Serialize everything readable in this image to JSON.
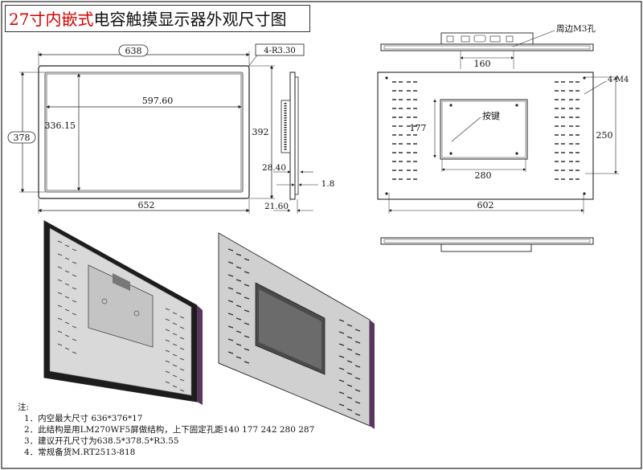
{
  "title": {
    "part_red": "27寸内嵌式",
    "part_black": "电容触摸显示器外观尺寸图"
  },
  "dimensions": {
    "width_inner": "638",
    "corner_radius": "4-R3.30",
    "active_width": "597.60",
    "active_height": "336.15",
    "height_inner": "378",
    "height_outer": "392",
    "width_outer": "652",
    "depth_total": "28.40",
    "bezel_thickness": "1.8",
    "depth_front": "21.60",
    "bracket_width": "160",
    "mount_holes": "4-M4",
    "vesa_vertical": "177",
    "vesa_horizontal_right": "250",
    "vesa_280": "280",
    "back_width": "602"
  },
  "callouts": {
    "side_holes": "周边M3孔",
    "buttons": "按键"
  },
  "notes": {
    "heading": "注:",
    "items": [
      "1．内空最大尺寸 636*376*17",
      "2．此结构是用LM270WF5屏做结构，上下固定孔距140 177 242 280 287",
      "3．建议开孔尺寸为638.5*378.5*R3.55",
      "4．常规备货M.RT2513-818"
    ]
  },
  "colors": {
    "line": "#222222",
    "title_red": "#d40000",
    "panel_grey": "#c9c9c9",
    "screen_dark": "#2a2a2a",
    "edge_purple": "#5a3560"
  }
}
